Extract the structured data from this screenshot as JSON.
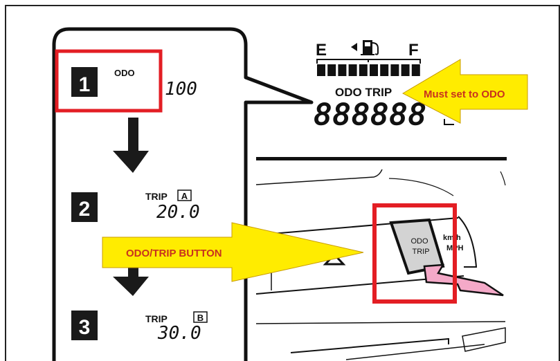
{
  "steps": [
    {
      "number": "1",
      "mode": "ODO",
      "value": "100"
    },
    {
      "number": "2",
      "mode": "TRIP",
      "sub": "A",
      "value": "20.0"
    },
    {
      "number": "3",
      "mode": "TRIP",
      "sub": "B",
      "value": "30.0"
    }
  ],
  "gauge": {
    "empty_label": "E",
    "full_label": "F",
    "mode_label": "ODO TRIP",
    "digits": "888888"
  },
  "callouts": {
    "must_set": "Must set to ODO",
    "button": "ODO/TRIP BUTTON"
  },
  "button": {
    "line1": "ODO",
    "line2": "TRIP",
    "unit1": "km/h",
    "unit2": "MPH"
  },
  "colors": {
    "highlight": "#e31e24",
    "arrow_fill": "#ffec00",
    "callout_text": "#c8321e",
    "press_arrow": "#f4a9c8",
    "button_gray": "#d3d3d3"
  }
}
